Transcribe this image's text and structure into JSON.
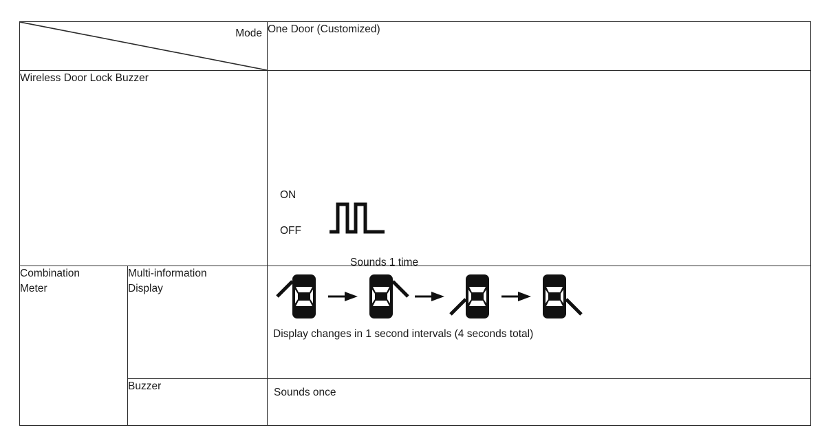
{
  "table": {
    "header": {
      "row_label": "Mode",
      "mode_value": "One Door  (Customized)"
    },
    "rows": [
      {
        "id": "wireless-door-lock-buzzer",
        "label": "Wireless Door Lock Buzzer",
        "signal": {
          "on_label": "ON",
          "off_label": "OFF",
          "caption": "Sounds 1 time",
          "pulse_count": 2
        }
      },
      {
        "id": "combination-meter",
        "label_line1": "Combination",
        "label_line2": "Meter",
        "sub_rows": [
          {
            "id": "multi-information-display",
            "label_line1": "Multi-information",
            "label_line2": "Display",
            "caption": "Display changes in 1 second intervals (4 seconds total)",
            "steps": [
              {
                "tick": "upper-left"
              },
              {
                "tick": "upper-right"
              },
              {
                "tick": "lower-left"
              },
              {
                "tick": "lower-right"
              }
            ],
            "arrow_count": 3
          },
          {
            "id": "buzzer",
            "label": "Buzzer",
            "value": "Sounds once"
          }
        ]
      }
    ]
  },
  "icons": {
    "door_lock_icon": "door-lock-icon",
    "arrow_icon": "arrow-right-icon",
    "diagonal_icon": "diagonal-divider-icon",
    "waveform_icon": "square-wave-icon"
  },
  "colors": {
    "border": "#2b2b2b",
    "text": "#1a1a1a",
    "background": "#ffffff",
    "ink": "#111111"
  }
}
